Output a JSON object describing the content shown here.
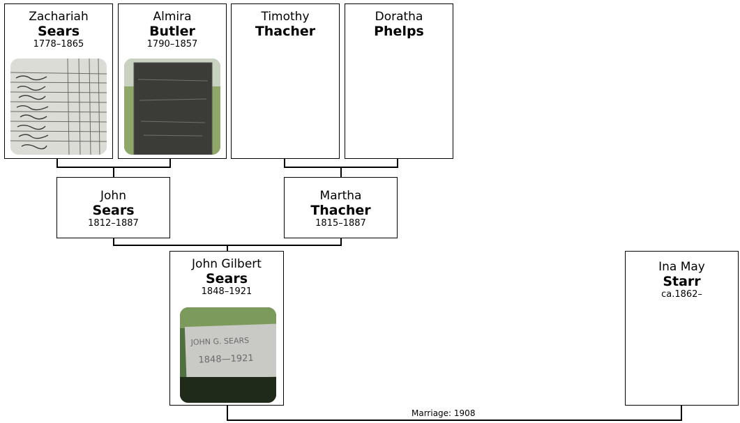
{
  "persons": [
    {
      "given": "Zachariah",
      "surname": "Sears",
      "dates": "1778–1865",
      "photo": "census-record-photo"
    },
    {
      "given": "Almira",
      "surname": "Butler",
      "dates": "1790–1857",
      "photo": "headstone-photo"
    },
    {
      "given": "Timothy",
      "surname": "Thacher",
      "dates": "",
      "photo": ""
    },
    {
      "given": "Doratha",
      "surname": "Phelps",
      "dates": "",
      "photo": ""
    },
    {
      "given": "John",
      "surname": "Sears",
      "dates": "1812–1887",
      "photo": ""
    },
    {
      "given": "Martha",
      "surname": "Thacher",
      "dates": "1815–1887",
      "photo": ""
    },
    {
      "given": "John Gilbert",
      "surname": "Sears",
      "dates": "1848–1921",
      "photo": "gravestone-photo"
    },
    {
      "given": "Ina May",
      "surname": "Starr",
      "dates": "ca.1862–",
      "photo": ""
    }
  ],
  "marriage": {
    "label": "Marriage: 1908"
  },
  "headstone_text": {
    "line1": "JOHN G. SEARS",
    "line2": "1848—1921"
  },
  "colors": {
    "line": "#000000",
    "box_border": "#000000",
    "background": "#ffffff"
  }
}
